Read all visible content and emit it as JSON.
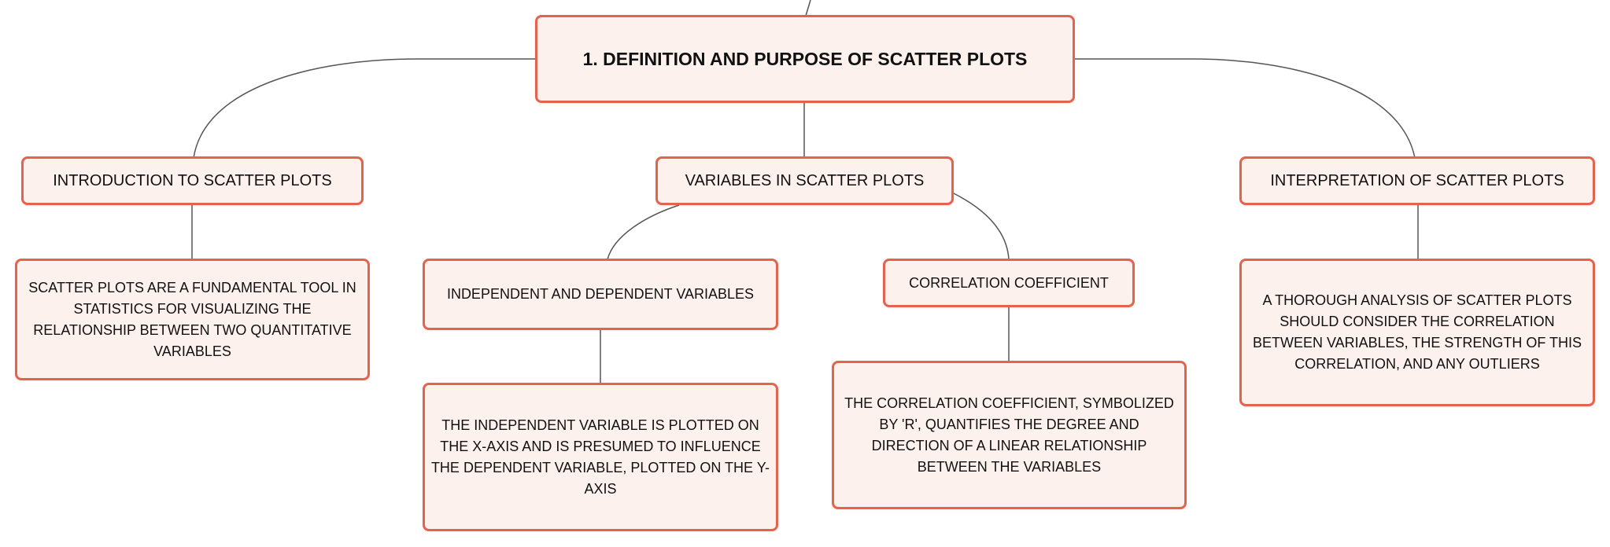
{
  "nodes": {
    "root": "1. DEFINITION AND PURPOSE OF SCATTER PLOTS",
    "intro": "INTRODUCTION TO SCATTER PLOTS",
    "intro_desc": "SCATTER PLOTS ARE A FUNDAMENTAL TOOL IN STATISTICS FOR VISUALIZING THE RELATIONSHIP BETWEEN TWO QUANTITATIVE VARIABLES",
    "variables": "VARIABLES IN SCATTER PLOTS",
    "indep_dep": "INDEPENDENT AND DEPENDENT VARIABLES",
    "indep_dep_desc": "THE INDEPENDENT VARIABLE IS PLOTTED ON THE X-AXIS AND IS PRESUMED TO INFLUENCE THE DEPENDENT VARIABLE, PLOTTED ON THE Y-AXIS",
    "corr": "CORRELATION COEFFICIENT",
    "corr_desc": "THE CORRELATION COEFFICIENT, SYMBOLIZED BY 'R', QUANTIFIES THE DEGREE AND DIRECTION OF A LINEAR RELATIONSHIP BETWEEN THE VARIABLES",
    "interp": "INTERPRETATION OF SCATTER PLOTS",
    "interp_desc": "A THOROUGH ANALYSIS OF SCATTER PLOTS SHOULD CONSIDER THE CORRELATION BETWEEN VARIABLES, THE STRENGTH OF THIS CORRELATION, AND ANY OUTLIERS"
  },
  "colors": {
    "node_fill": "#fdf1ee",
    "node_border": "#e2644f",
    "connector": "#555555",
    "text": "#111111"
  }
}
